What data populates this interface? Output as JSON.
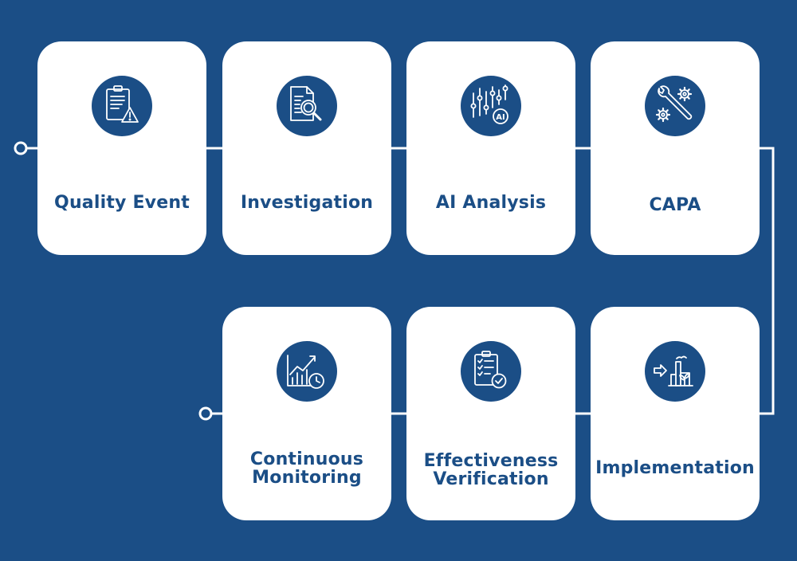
{
  "colors": {
    "background": "#1b4e86",
    "card": "#ffffff",
    "accent": "#1b4e86"
  },
  "steps": [
    {
      "label": "Quality Event",
      "icon": "clipboard-warning-icon"
    },
    {
      "label": "Investigation",
      "icon": "document-search-icon"
    },
    {
      "label": "AI Analysis",
      "icon": "ai-sliders-icon"
    },
    {
      "label": "CAPA",
      "icon": "wrench-gears-icon"
    },
    {
      "label": "Implementation",
      "icon": "factory-plant-icon"
    },
    {
      "label": "Effectiveness Verification",
      "icon": "clipboard-check-icon"
    },
    {
      "label": "Continuous Monitoring",
      "icon": "chart-clock-icon"
    }
  ]
}
